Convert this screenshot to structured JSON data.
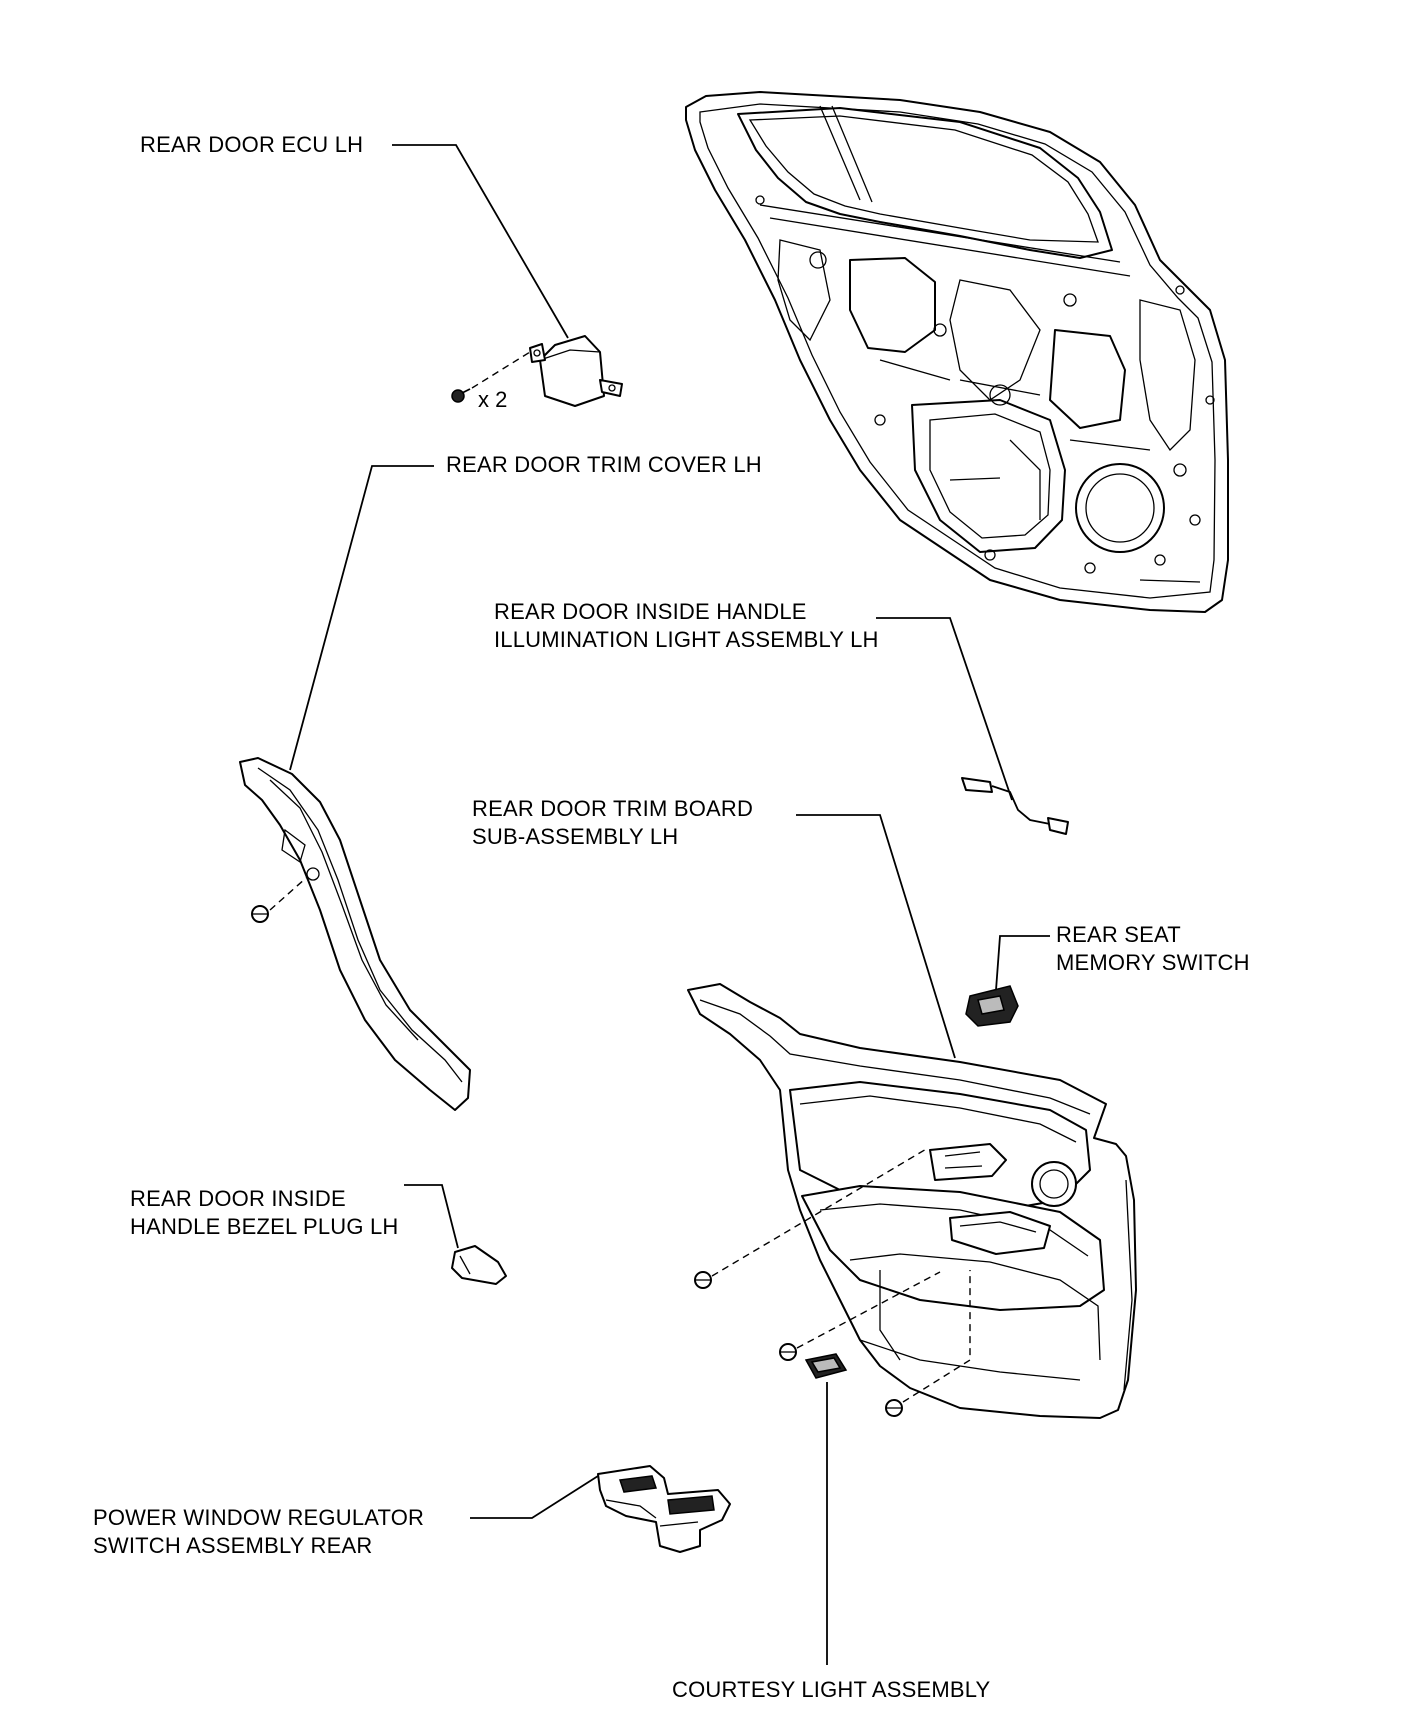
{
  "labels": {
    "rear_door_ecu": [
      "REAR DOOR ECU LH"
    ],
    "screw_qty": "x 2",
    "rear_door_trim_cover": [
      "REAR DOOR TRIM COVER LH"
    ],
    "inside_handle_illumination": [
      "REAR DOOR INSIDE HANDLE",
      "ILLUMINATION LIGHT ASSEMBLY LH"
    ],
    "trim_board": [
      "REAR DOOR TRIM BOARD",
      "SUB-ASSEMBLY LH"
    ],
    "rear_seat_memory_switch": [
      "REAR SEAT",
      "MEMORY SWITCH"
    ],
    "inside_handle_bezel_plug": [
      "REAR DOOR INSIDE",
      "HANDLE BEZEL PLUG LH"
    ],
    "power_window_switch": [
      "POWER WINDOW REGULATOR",
      "SWITCH ASSEMBLY REAR"
    ],
    "courtesy_light": [
      "COURTESY LIGHT ASSEMBLY"
    ]
  }
}
